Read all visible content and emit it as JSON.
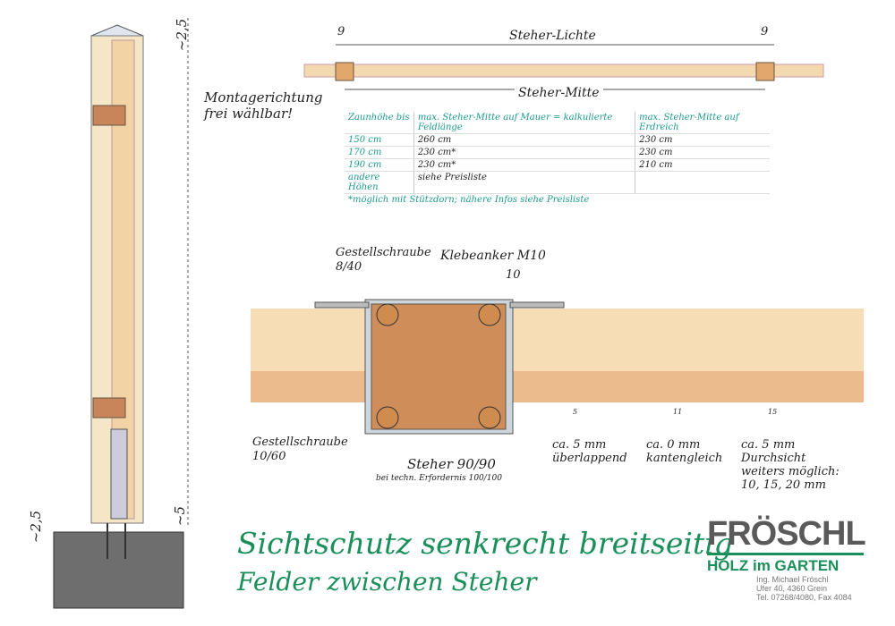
{
  "dimensions": {
    "top_left": "~2,5",
    "bottom_right": "~5",
    "bottom_left": "~2,5",
    "gap_left": "9",
    "gap_right": "9",
    "clear_span": "Steher-Lichte",
    "center_span": "Steher-Mitte",
    "klebe_gap": "10"
  },
  "note_mounting": [
    "Montagerichtung",
    "frei wählbar!"
  ],
  "table": {
    "headers": [
      "Zaunhöhe bis",
      "max. Steher-Mitte auf Mauer = kalkulierte Feldlänge",
      "max. Steher-Mitte auf Erdreich"
    ],
    "rows": [
      [
        "150 cm",
        "260 cm",
        "230 cm"
      ],
      [
        "170 cm",
        "230 cm*",
        "230 cm"
      ],
      [
        "190 cm",
        "230 cm*",
        "210 cm"
      ],
      [
        "andere Höhen",
        "siehe Preisliste",
        ""
      ]
    ],
    "footnote": "*möglich mit Stützdorn; nähere Infos siehe Preisliste"
  },
  "labels": {
    "screw_top": "Gestellschraube",
    "screw_top_size": "8/40",
    "anchor": "Klebeanker M10",
    "screw_bottom": "Gestellschraube",
    "screw_bottom_size": "10/60",
    "post": "Steher 90/90",
    "post_note": "bei techn. Erfordernis 100/100",
    "overlap": [
      "ca. 5 mm",
      "überlappend"
    ],
    "flush": [
      "ca. 0 mm",
      "kantengleich"
    ],
    "gap": [
      "ca. 5 mm",
      "Durchsicht",
      "weiters möglich:",
      "10, 15, 20 mm"
    ],
    "angle1": "5",
    "angle2": "11",
    "angle3": "15"
  },
  "title": {
    "line1": "Sichtschutz senkrecht breitseitig",
    "line2": "Felder zwischen Steher"
  },
  "logo": {
    "brand": "FRÖSCHL",
    "tagline": "HOLZ im GARTEN",
    "address": [
      "Ing. Michael Fröschl",
      "Ufer 40, 4360 Grein",
      "Tel. 07268/4080, Fax 4084"
    ]
  },
  "colors": {
    "green": "#1a8f5a",
    "teal": "#1a9a8a",
    "wood": "#f3d9b0",
    "gray": "#5a5a5a"
  }
}
